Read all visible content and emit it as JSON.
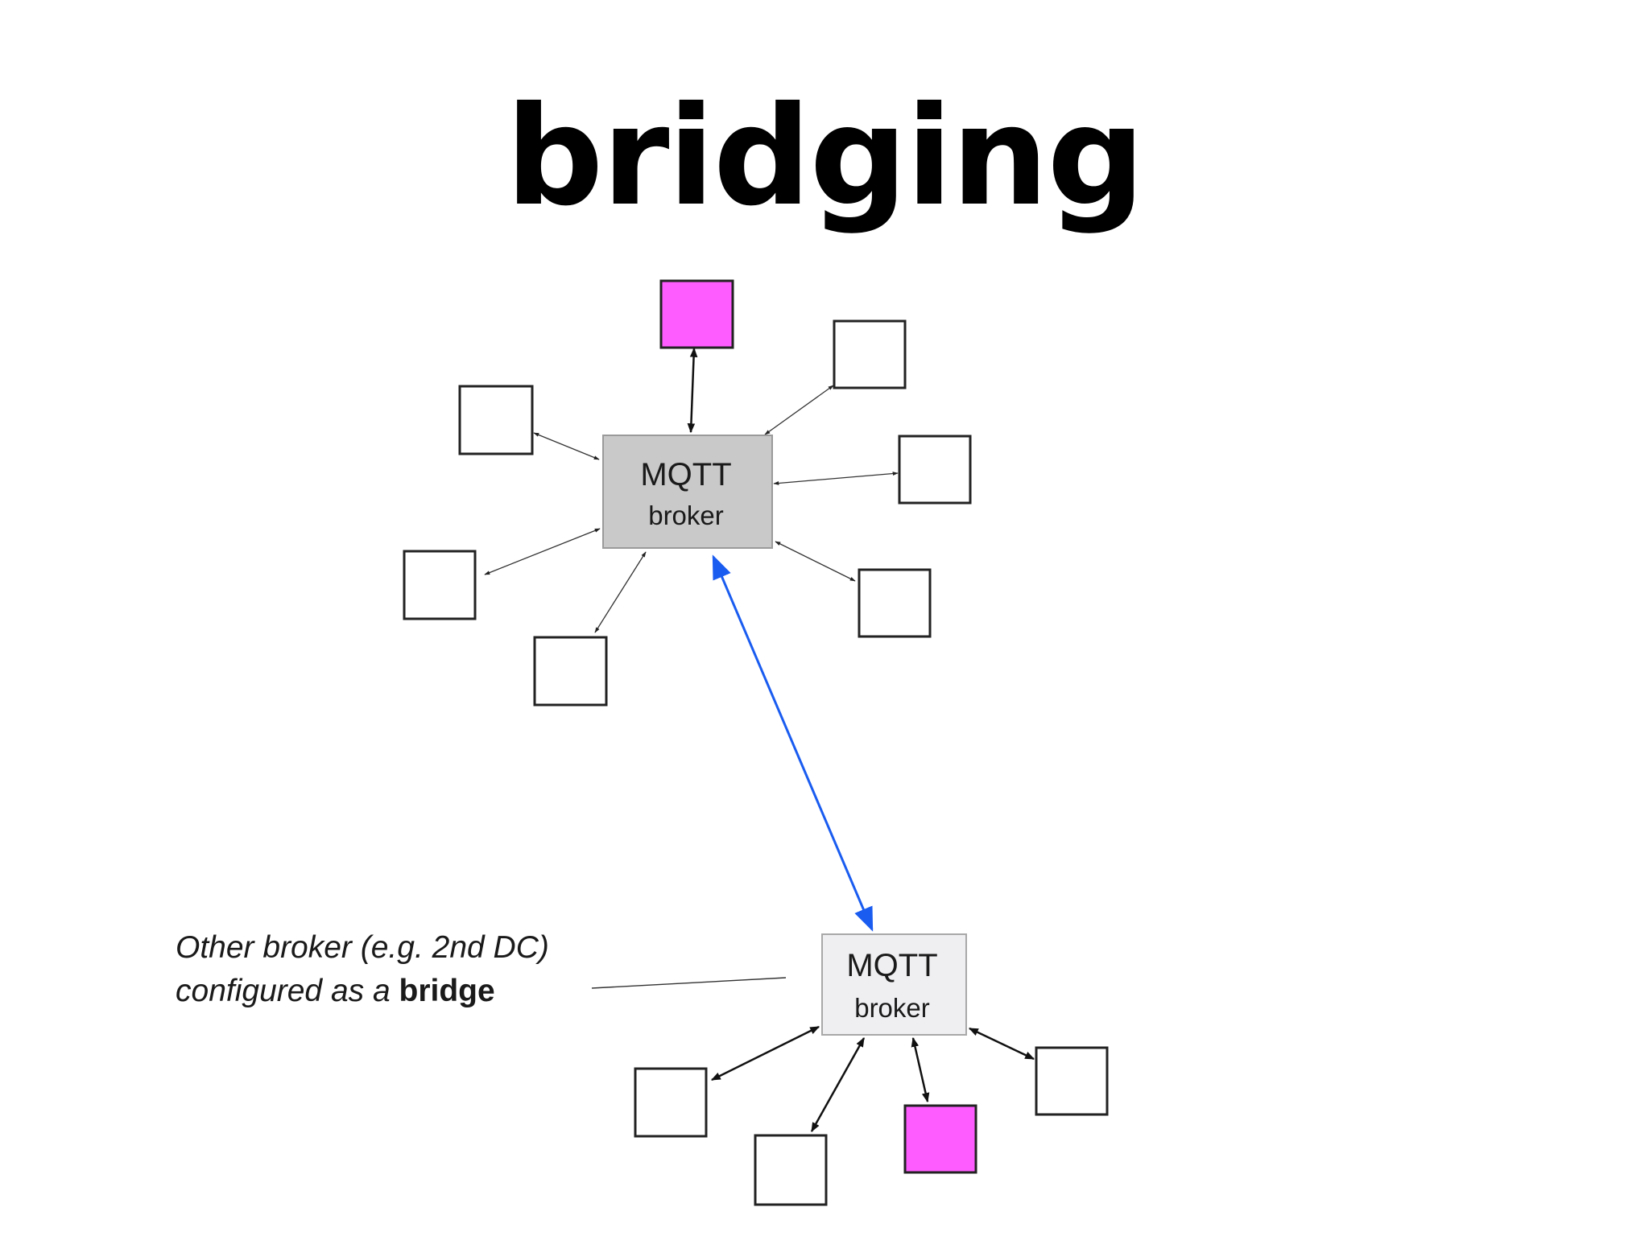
{
  "slide": {
    "title": "bridging"
  },
  "diagram": {
    "primary_broker": {
      "line1": "MQTT",
      "line2": "broker"
    },
    "secondary_broker": {
      "line1": "MQTT",
      "line2": "broker"
    },
    "caption": {
      "line1": "Other broker (e.g. 2nd DC)",
      "line2_prefix": "configured as a ",
      "line2_bold": "bridge"
    },
    "colors": {
      "highlighted_client": "#ff5cff",
      "bridge_link": "#1a5cf0",
      "primary_broker_fill": "#c9c9c9",
      "secondary_broker_fill": "#efeef1"
    }
  }
}
